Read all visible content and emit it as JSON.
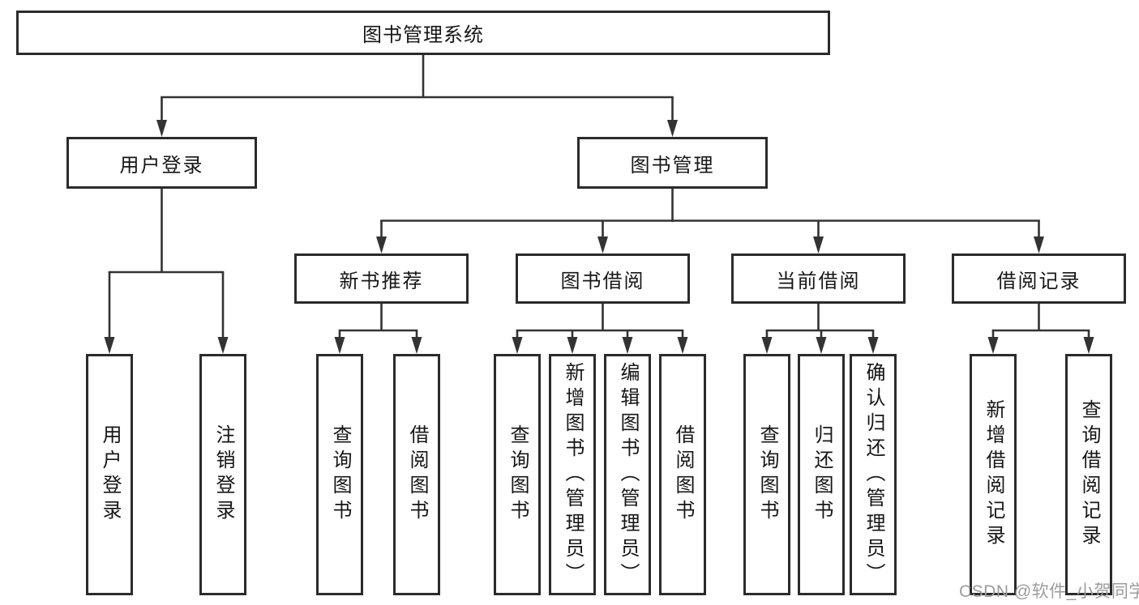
{
  "tree": {
    "label": "图书管理系统",
    "children": [
      {
        "label": "用户登录",
        "children": [
          {
            "label": "用户登录"
          },
          {
            "label": "注销登录"
          }
        ]
      },
      {
        "label": "图书管理",
        "children": [
          {
            "label": "新书推荐",
            "children": [
              {
                "label": "查询图书"
              },
              {
                "label": "借阅图书"
              }
            ]
          },
          {
            "label": "图书借阅",
            "children": [
              {
                "label": "查询图书"
              },
              {
                "label": "新增图书（管理员）"
              },
              {
                "label": "编辑图书（管理员）"
              },
              {
                "label": "借阅图书"
              }
            ]
          },
          {
            "label": "当前借阅",
            "children": [
              {
                "label": "查询图书"
              },
              {
                "label": "归还图书"
              },
              {
                "label": "确认归还（管理员）"
              }
            ]
          },
          {
            "label": "借阅记录",
            "children": [
              {
                "label": "新增借阅记录"
              },
              {
                "label": "查询借阅记录"
              }
            ]
          }
        ]
      }
    ]
  },
  "watermark": "CSDN @软件_小贺同学",
  "colors": {
    "box_border": "#2b2b2b",
    "connector_line": "#333333",
    "text": "#161616",
    "watermark": "#9c9c9c",
    "background": "#ffffff"
  }
}
